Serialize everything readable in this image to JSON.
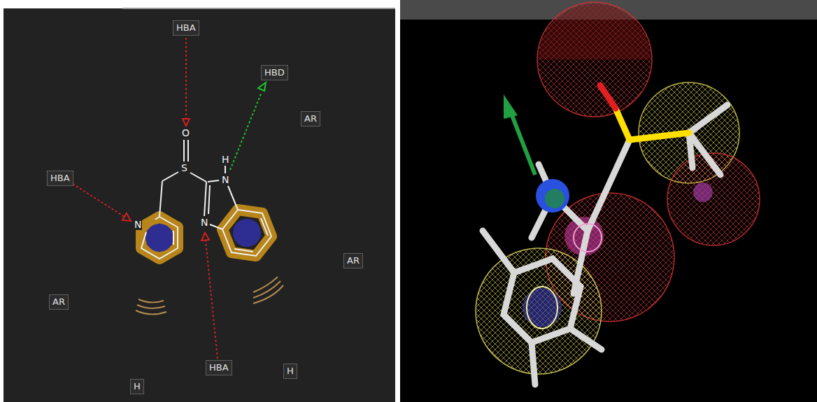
{
  "diagram": {
    "nodes": [
      {
        "text": [
          "HBA"
        ]
      },
      {
        "text": [
          "HBD"
        ]
      },
      {
        "text": [
          "AR"
        ]
      },
      {
        "text": [
          "HBA"
        ]
      },
      {
        "text": [
          "AR"
        ]
      },
      {
        "text": [
          "AR"
        ]
      },
      {
        "text": [
          "HBA"
        ]
      },
      {
        "text": [
          "H"
        ]
      },
      {
        "text": [
          "H"
        ]
      }
    ],
    "labels": [
      "O",
      "H",
      "S",
      "N",
      "N",
      "N"
    ]
  }
}
